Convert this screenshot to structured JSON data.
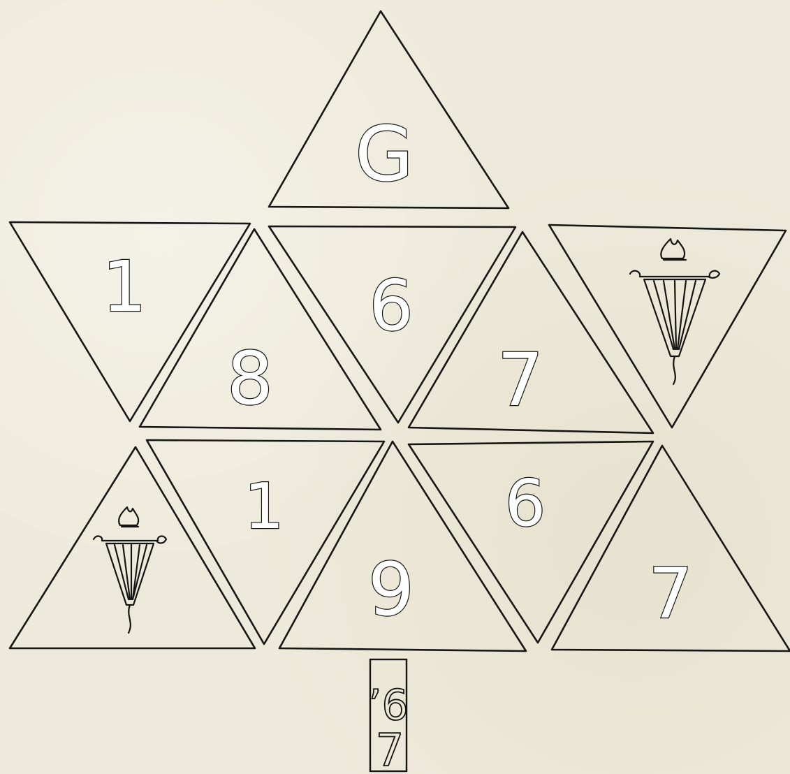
{
  "top": {
    "letter": "G"
  },
  "row1": {
    "a": "1",
    "b": "8",
    "c": "6",
    "d": "7"
  },
  "row2": {
    "a": "1",
    "b": "9",
    "c": "6",
    "d": "7"
  },
  "stub": {
    "top": "’6",
    "bottom": "7"
  },
  "icons": {
    "torch": "torch-icon"
  },
  "colors": {
    "paper": "#eeeadb",
    "ink": "#141414"
  }
}
